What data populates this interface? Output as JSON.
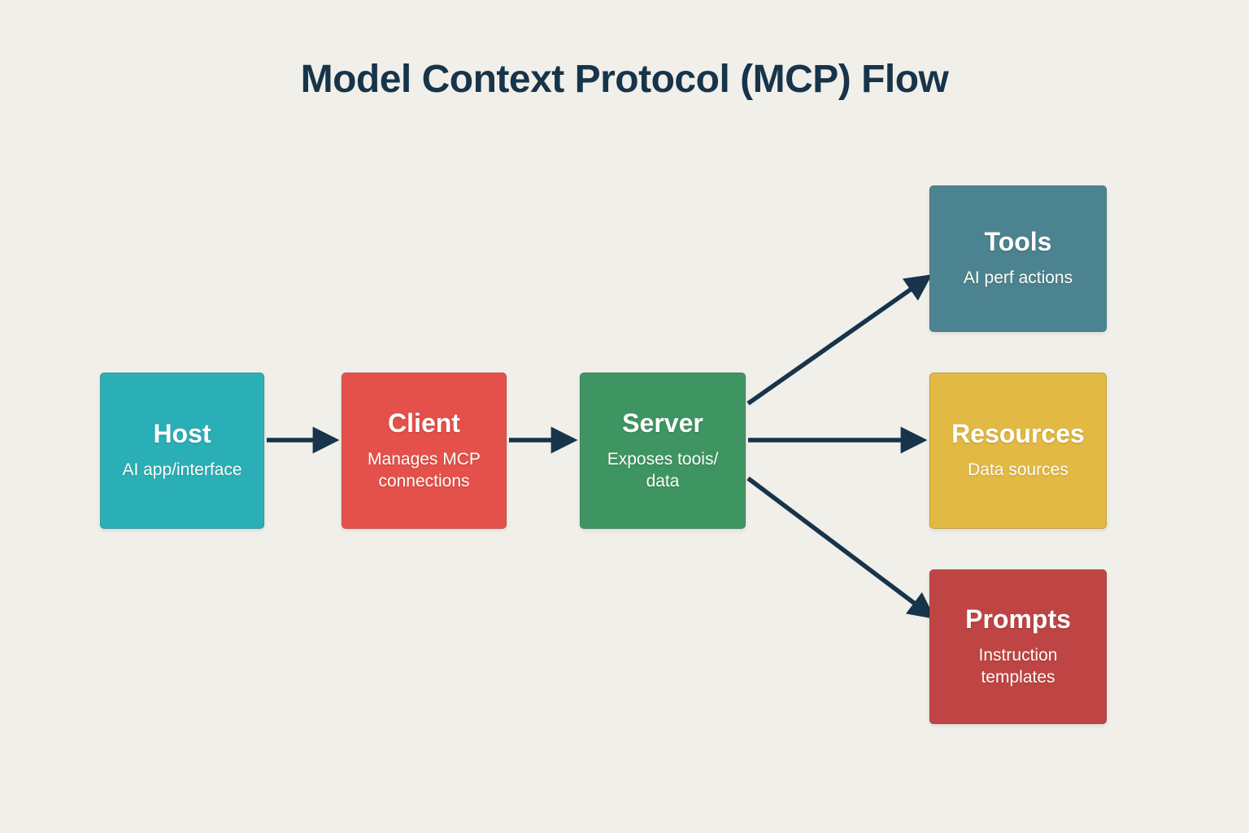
{
  "title": "Model Context Protocol (MCP) Flow",
  "background_color": "#f1efe9",
  "accent_color": "#17344a",
  "nodes": {
    "host": {
      "label": "Host",
      "sublabel": "AI app/interface",
      "color": "#2bafb7"
    },
    "client": {
      "label": "Client",
      "sublabel": "Manages MCP connections",
      "color": "#e4514b"
    },
    "server": {
      "label": "Server",
      "sublabel": "Exposes toois/ data",
      "color": "#3e9562"
    },
    "tools": {
      "label": "Tools",
      "sublabel": "AI perf actions",
      "color": "#4c8390"
    },
    "resources": {
      "label": "Resources",
      "sublabel": "Data sources",
      "color": "#e2b943"
    },
    "prompts": {
      "label": "Prompts",
      "sublabel": "Instruction templates",
      "color": "#be4543"
    }
  },
  "edges": [
    {
      "from": "Host",
      "to": "Client"
    },
    {
      "from": "Client",
      "to": "Server"
    },
    {
      "from": "Server",
      "to": "Tools"
    },
    {
      "from": "Server",
      "to": "Resources"
    },
    {
      "from": "Server",
      "to": "Prompts"
    }
  ]
}
